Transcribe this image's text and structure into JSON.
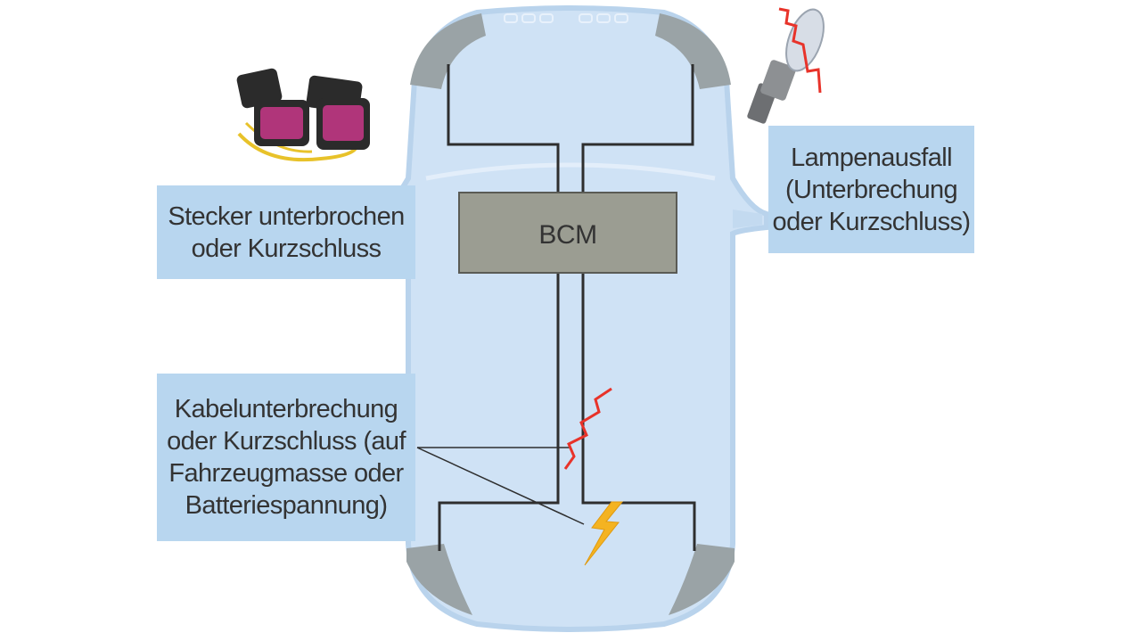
{
  "bcm": {
    "label": "BCM"
  },
  "labels": {
    "connector": [
      "Stecker unterbrochen",
      "oder Kurzschluss"
    ],
    "lamp": [
      "Lampenausfall",
      "(Unterbrechung",
      "oder Kurzschluss)"
    ],
    "cable": [
      "Kabelunterbrechung",
      "oder Kurzschluss (auf",
      "Fahrzeugmasse oder",
      "Batteriespannung)"
    ]
  },
  "colors": {
    "car_body": "#cfe2f5",
    "car_outline": "#b9d3ec",
    "label_bg": "#b8d6ef",
    "bcm_fill": "#9b9d92",
    "wire": "#2e2e2e",
    "fault_zigzag": "#e8332a",
    "lightning": "#f4b321",
    "lamp_cover": "#9aa3a6"
  },
  "icons": {
    "connector_photo": "wiring-connector-icon",
    "bulb_photo": "h1-bulb-icon",
    "short_circuit": "lightning-bolt-icon",
    "interruption": "zigzag-break-icon"
  }
}
